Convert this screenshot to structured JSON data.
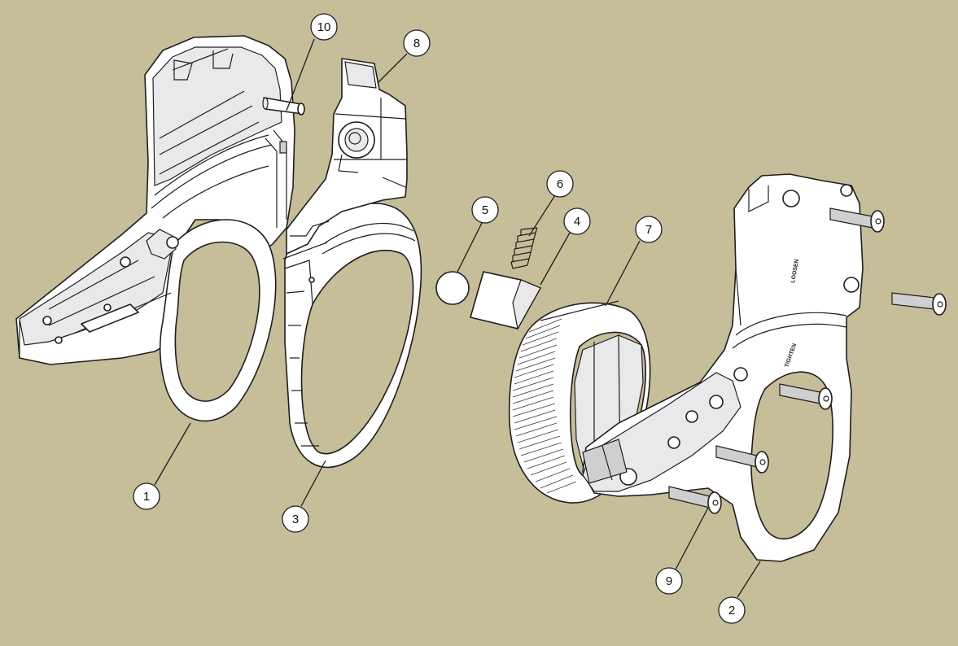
{
  "colors": {
    "background": "#c6bd99",
    "part_fill": "#ffffff",
    "outline": "#1e1e1e"
  },
  "balloons": [
    {
      "id": "b1",
      "label": "1"
    },
    {
      "id": "b2",
      "label": "2"
    },
    {
      "id": "b3",
      "label": "3"
    },
    {
      "id": "b4",
      "label": "4"
    },
    {
      "id": "b5",
      "label": "5"
    },
    {
      "id": "b6",
      "label": "6"
    },
    {
      "id": "b7",
      "label": "7"
    },
    {
      "id": "b8",
      "label": "8"
    },
    {
      "id": "b9",
      "label": "9"
    },
    {
      "id": "b10",
      "label": "10"
    }
  ],
  "engravings": {
    "tighten": "TIGHTEN",
    "loosen": "LOOSEN"
  }
}
